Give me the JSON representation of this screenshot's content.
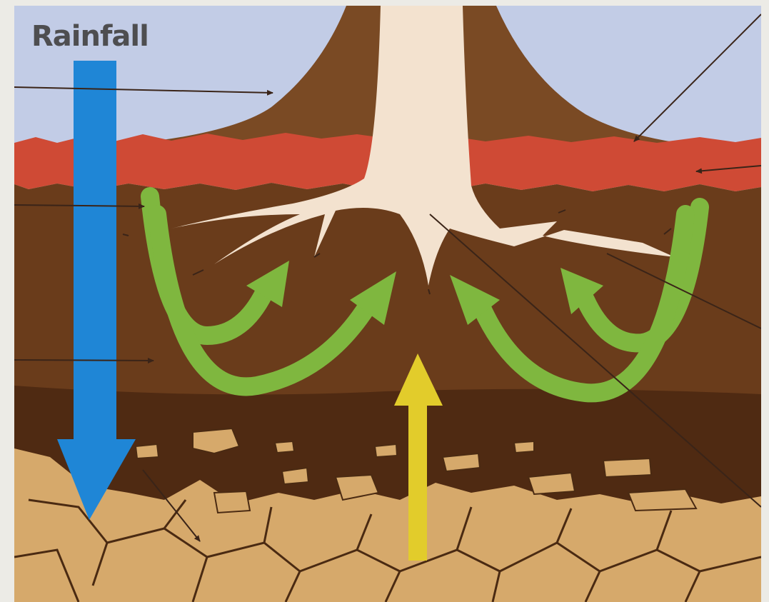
{
  "diagram": {
    "labels": {
      "rainfall": "Rainfall"
    },
    "palette": {
      "page_background": "#ecebe6",
      "sky": "#c2cce6",
      "soil_mound": "#7a4a24",
      "topsoil_band": "#cf4a35",
      "subsoil": "#6a3c1b",
      "deep_soil": "#4f2a12",
      "bedrock": "#d6a96b",
      "rock_outline": "#4a2a12",
      "root_and_stem": "#f3e2cf",
      "rainfall_arrow": "#1f86d6",
      "nutrient_flow_arrows": "#7fb73f",
      "upward_water_arrow": "#e2cc2b",
      "pointer_lines": "#3a2418"
    },
    "elements": [
      "sky",
      "soil-mound",
      "topsoil-band",
      "subsoil",
      "deep-soil",
      "bedrock",
      "rock-fragments",
      "root-system",
      "rainfall-arrow",
      "nutrient-flow-arrows",
      "upward-water-arrow",
      "pointer-lines"
    ]
  }
}
